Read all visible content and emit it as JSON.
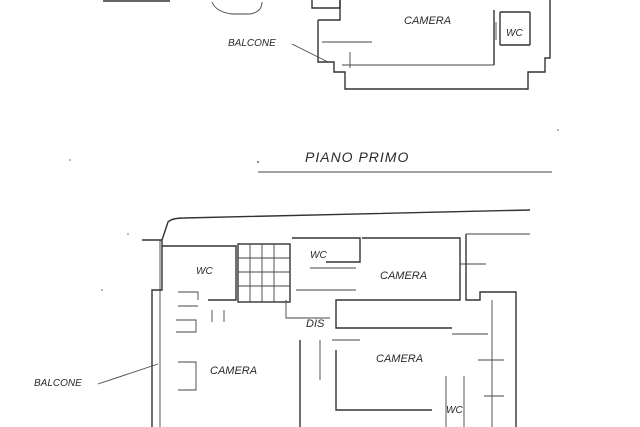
{
  "upper_plan": {
    "rooms": [
      "CAMERA",
      "WC"
    ],
    "balcony_label": "BALCONE"
  },
  "section_title": "PIANO PRIMO",
  "lower_plan": {
    "rooms": [
      "WC",
      "WC",
      "CAMERA",
      "DIS",
      "CAMERA",
      "CAMERA",
      "WC"
    ],
    "balcony_label": "BALCONE"
  },
  "colors": {
    "line": "#333333",
    "background": "#ffffff"
  }
}
